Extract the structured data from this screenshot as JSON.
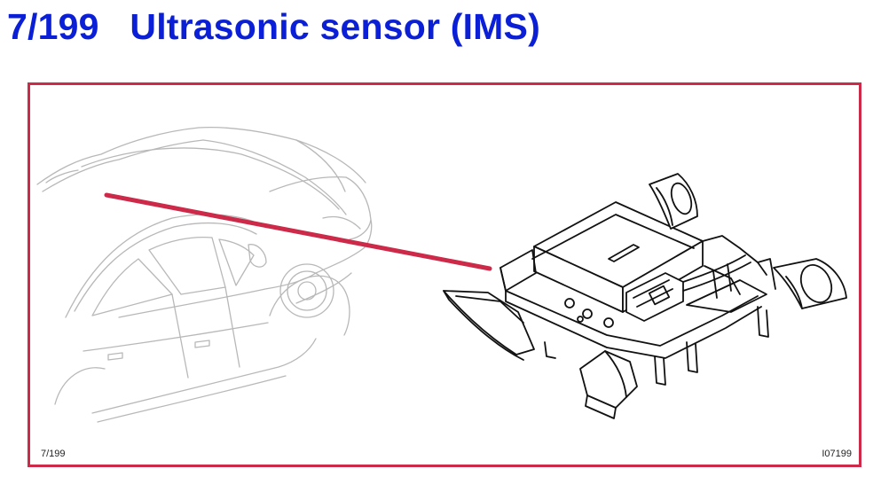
{
  "title": {
    "number": "7/199",
    "text": "Ultrasonic sensor (IMS)",
    "color": "#0a1fd6"
  },
  "figure": {
    "frame_color": "#cc2a48",
    "pointer_color": "#cc2a48",
    "figure_ref": "7/199",
    "image_code": "I07199"
  }
}
